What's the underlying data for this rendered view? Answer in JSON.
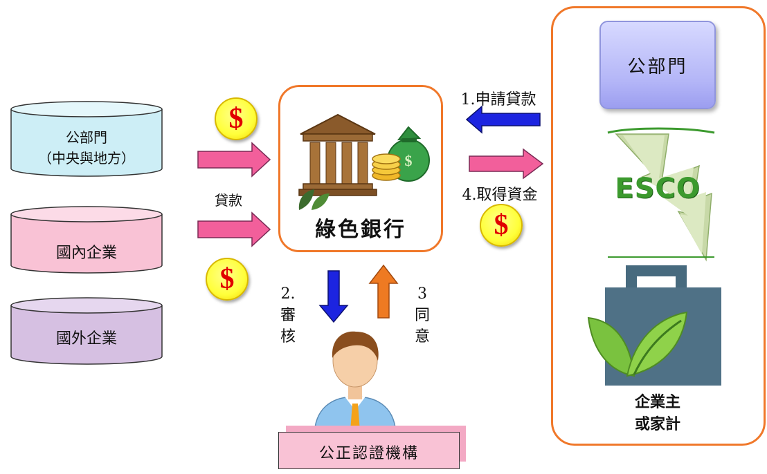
{
  "sources": {
    "public": {
      "line1": "公部門",
      "line2": "（中央與地方）",
      "color": "#cdeef6"
    },
    "domestic": {
      "label": "國內企業",
      "color": "#f9c2d5"
    },
    "foreign": {
      "label": "國外企業",
      "color": "#d6c0e2"
    }
  },
  "loan_label": "貸款",
  "bank": {
    "name": "綠色銀行",
    "border": "#f0782a"
  },
  "flows": {
    "apply": "1.申請貸款",
    "obtain": "4.取得資金",
    "review": [
      "2.",
      "審",
      "核"
    ],
    "agree": [
      "3",
      "同",
      "意"
    ]
  },
  "coin_symbol": "$",
  "certifier": {
    "label": "公正認證機構",
    "color": "#f9c2d5"
  },
  "right_panel": {
    "public_box": "公部門",
    "esco": "ESCO",
    "owner_line1": "企業主",
    "owner_line2": "或家計"
  },
  "colors": {
    "arrow_pink": "#f25f9b",
    "arrow_blue": "#1c24e0",
    "arrow_orange": "#ee7a22",
    "leaf_green": "#3c9a2e"
  }
}
